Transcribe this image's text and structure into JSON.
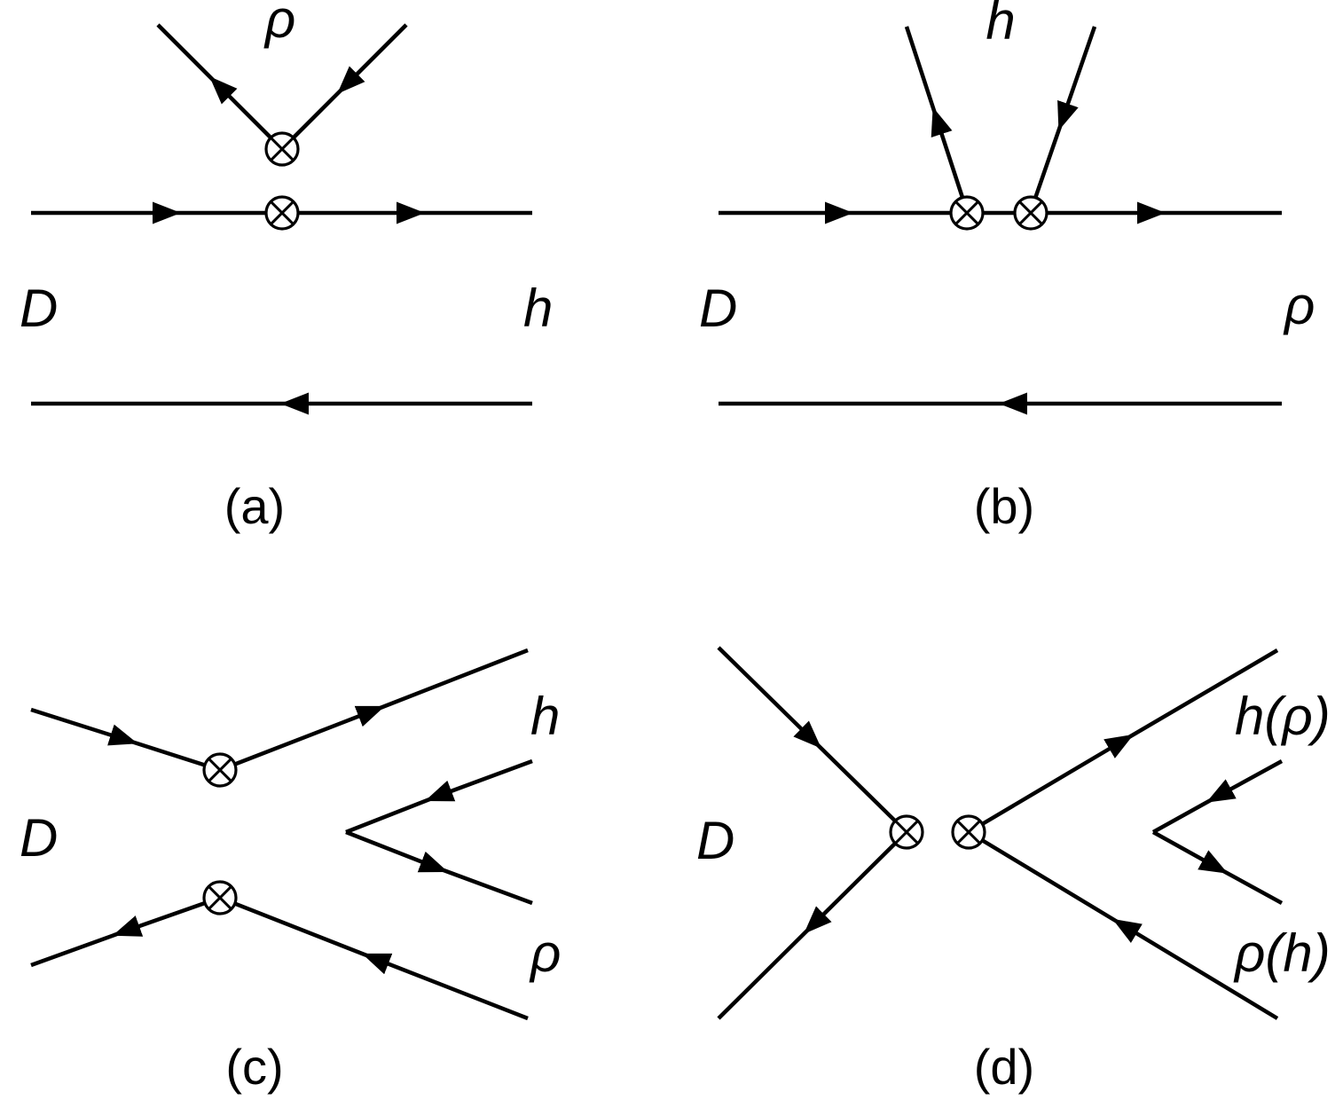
{
  "figure": {
    "colors": {
      "line": "#000000",
      "background": "#ffffff"
    },
    "panels": {
      "a": {
        "caption": "(a)",
        "meson_label": "ρ",
        "initial_label": "D",
        "final_label": "h"
      },
      "b": {
        "caption": "(b)",
        "meson_label": "h",
        "initial_label": "D",
        "final_label": "ρ"
      },
      "c": {
        "caption": "(c)",
        "initial_label": "D",
        "upper_label": "h",
        "lower_label": "ρ"
      },
      "d": {
        "caption": "(d)",
        "initial_label": "D",
        "upper_label": "h(ρ)",
        "lower_label": "ρ(h)"
      }
    }
  }
}
